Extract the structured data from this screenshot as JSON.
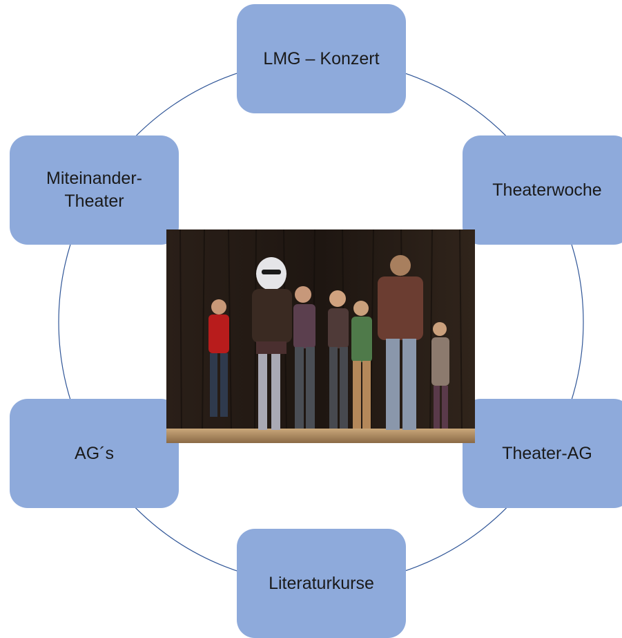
{
  "diagram": {
    "nodes": [
      {
        "label": "LMG – Konzert"
      },
      {
        "label": "Theaterwoche"
      },
      {
        "label": "Theater-AG"
      },
      {
        "label": "Literaturkurse"
      },
      {
        "label": "AG´s"
      },
      {
        "label": "Miteinander-\nTheater"
      }
    ],
    "node_color": "#8eaadb",
    "connector_color": "#2f5597",
    "center_image": "stage-performance-photo"
  }
}
